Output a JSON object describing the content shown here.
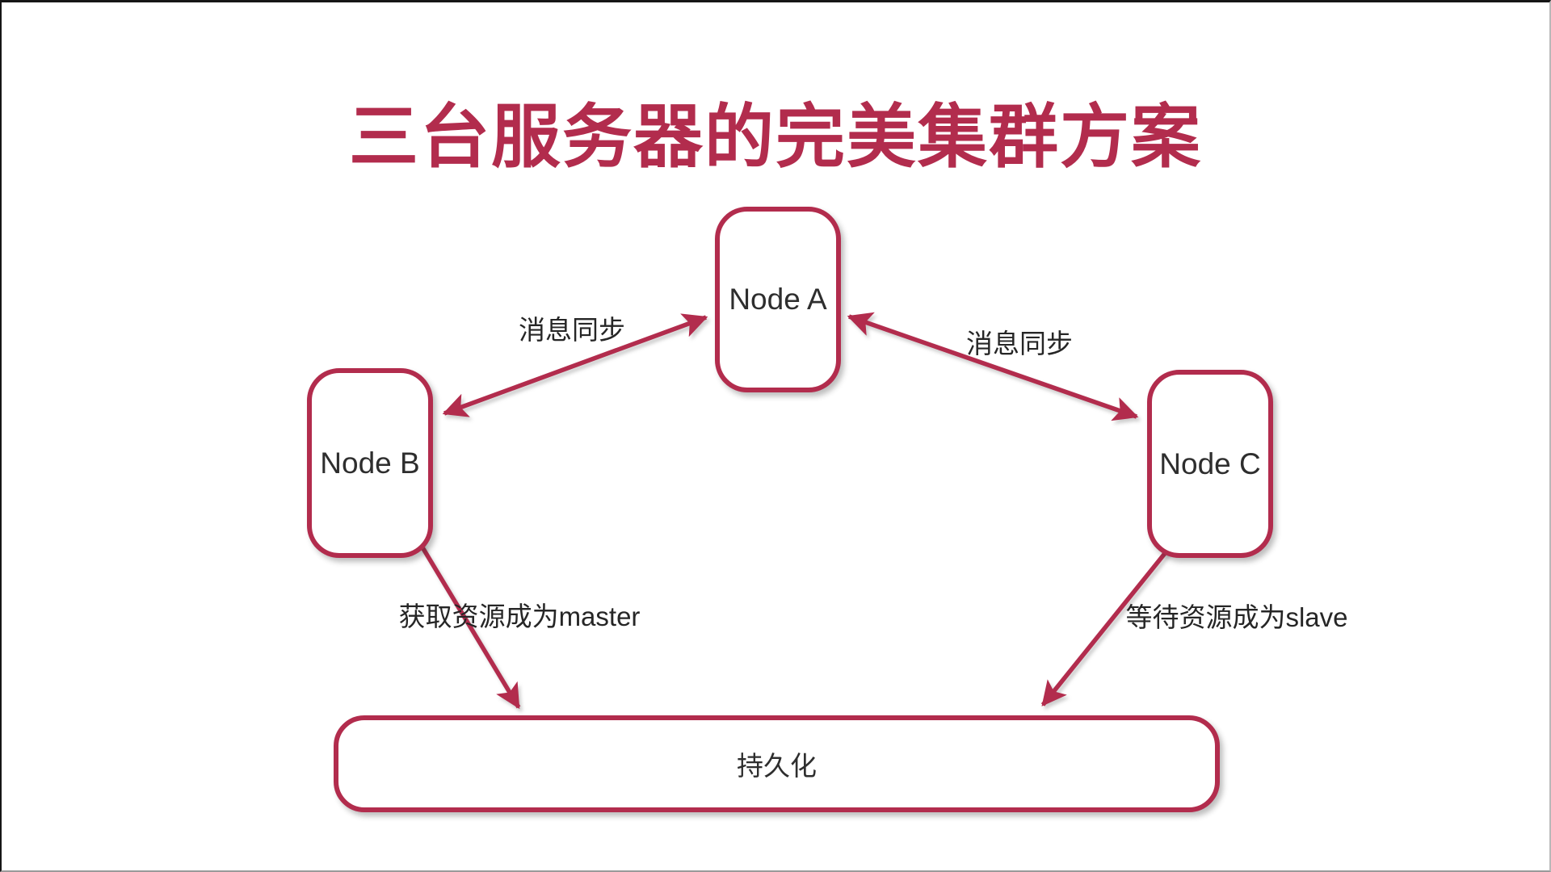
{
  "title": "三台服务器的完美集群方案",
  "colors": {
    "accent": "#B22C4D",
    "node_text": "#2e2e2e",
    "label_text": "#262626",
    "background": "#ffffff"
  },
  "nodes": {
    "a": {
      "label": "Node A"
    },
    "b": {
      "label": "Node B"
    },
    "c": {
      "label": "Node C"
    },
    "persistence": {
      "label": "持久化"
    }
  },
  "edges": {
    "ab": {
      "label": "消息同步",
      "direction": "bidirectional"
    },
    "ac": {
      "label": "消息同步",
      "direction": "bidirectional"
    },
    "b_persist": {
      "label": "获取资源成为master",
      "direction": "to-persistence"
    },
    "c_persist": {
      "label": "等待资源成为slave",
      "direction": "to-persistence"
    }
  }
}
